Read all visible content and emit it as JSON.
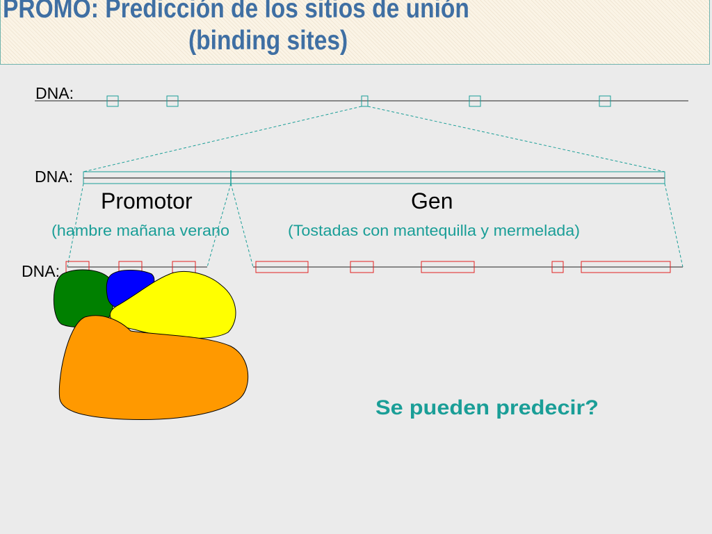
{
  "title": {
    "line1": "PROMO: Predicción de los sitios de unión",
    "line2": "(binding sites)"
  },
  "dna_label": "DNA:",
  "regions": {
    "promoter": {
      "label": "Promotor",
      "example": "(hambre mañana verano"
    },
    "gene": {
      "label": "Gen",
      "example": "(Tostadas con mantequilla y mermelada)"
    }
  },
  "question": "Se pueden predecir?",
  "colors": {
    "title_text": "#3f6fa3",
    "accent_teal": "#1a9e97",
    "binding_site_red": "#e02020",
    "protein_green": "#008000",
    "protein_blue": "#0000ff",
    "protein_yellow": "#ffff00",
    "protein_orange": "#ff9900"
  }
}
